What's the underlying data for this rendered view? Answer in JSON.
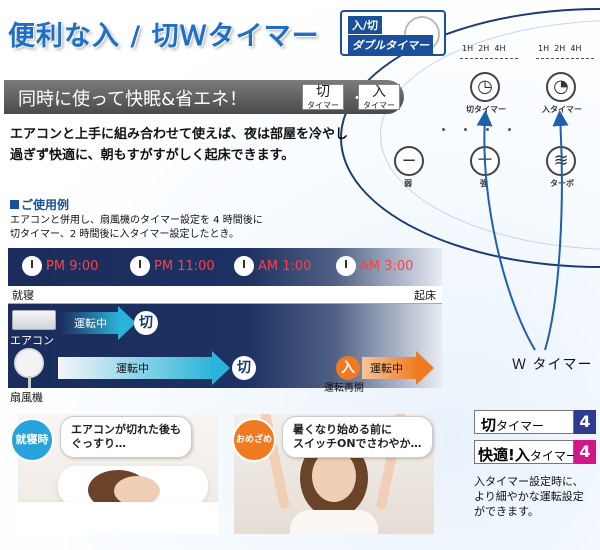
{
  "title": "便利な入 / 切Ｗタイマー",
  "badge": {
    "line1": "入/切",
    "line2": "ダブルタイマー"
  },
  "remote": {
    "hours": [
      "1H",
      "2H",
      "4H"
    ],
    "off_timer_label": "切タイマー",
    "on_timer_label": "入タイマー",
    "weak_label": "弱",
    "strong_label": "強",
    "turbo_label": "ターボ",
    "minus_symbol": "−",
    "plus_symbol": "＋"
  },
  "subheader": {
    "text": "同時に使って快眠&省エネ！",
    "tag_off": {
      "big": "切",
      "small": "タイマー"
    },
    "tag_on": {
      "big": "入",
      "small": "タイマー"
    },
    "separator": "・"
  },
  "description": [
    "エアコンと上手に組み合わせて使えば、夜は部屋を冷やし",
    "過ぎず快適に、朝もすがすがしく起床できます。"
  ],
  "usage": {
    "heading": "ご使用例",
    "text": [
      "エアコンと併用し、扇風機のタイマー設定を 4 時間後に",
      "切タイマー、2 時間後に入タイマー設定したとき。"
    ]
  },
  "timeline": {
    "times": [
      "PM 9:00",
      "PM 11:00",
      "AM 1:00",
      "AM 3:00"
    ],
    "sleep_label": "就寝",
    "wake_label": "起床",
    "aircon_label": "エアコン",
    "fan_label": "扇風機",
    "aircon_running": "運転中",
    "fan_running": "運転中",
    "fan_rerun": "運転中",
    "off_symbol": "切",
    "on_symbol": "入",
    "restart_label": "運転再開"
  },
  "w_timer_label": "Ｗ タイマー",
  "scenes": [
    {
      "tag": "就寝時",
      "bubble": [
        "エアコンが切れた後も",
        "ぐっすり…"
      ]
    },
    {
      "tag": "おめざめ",
      "bubble": [
        "暑くなり始める前に",
        "スイッチONでさわやか…"
      ]
    }
  ],
  "timers": [
    {
      "label_big": "切",
      "label_small": "タイマー",
      "value": "4"
    },
    {
      "label_big": "快適!入",
      "label_small": "タイマー",
      "value": "4"
    }
  ],
  "note": [
    "入タイマー設定時に、",
    "より細やかな運転設定",
    "ができます。"
  ],
  "colors": {
    "brand_blue": "#1a4f9b",
    "title_blue": "#1f6fc8",
    "time_red": "#ff4040",
    "arrow_cyan": "#2bb4d9",
    "arrow_orange": "#ef7a1f",
    "off_badge": "#2f3b8f",
    "on_badge": "#d1168a"
  }
}
